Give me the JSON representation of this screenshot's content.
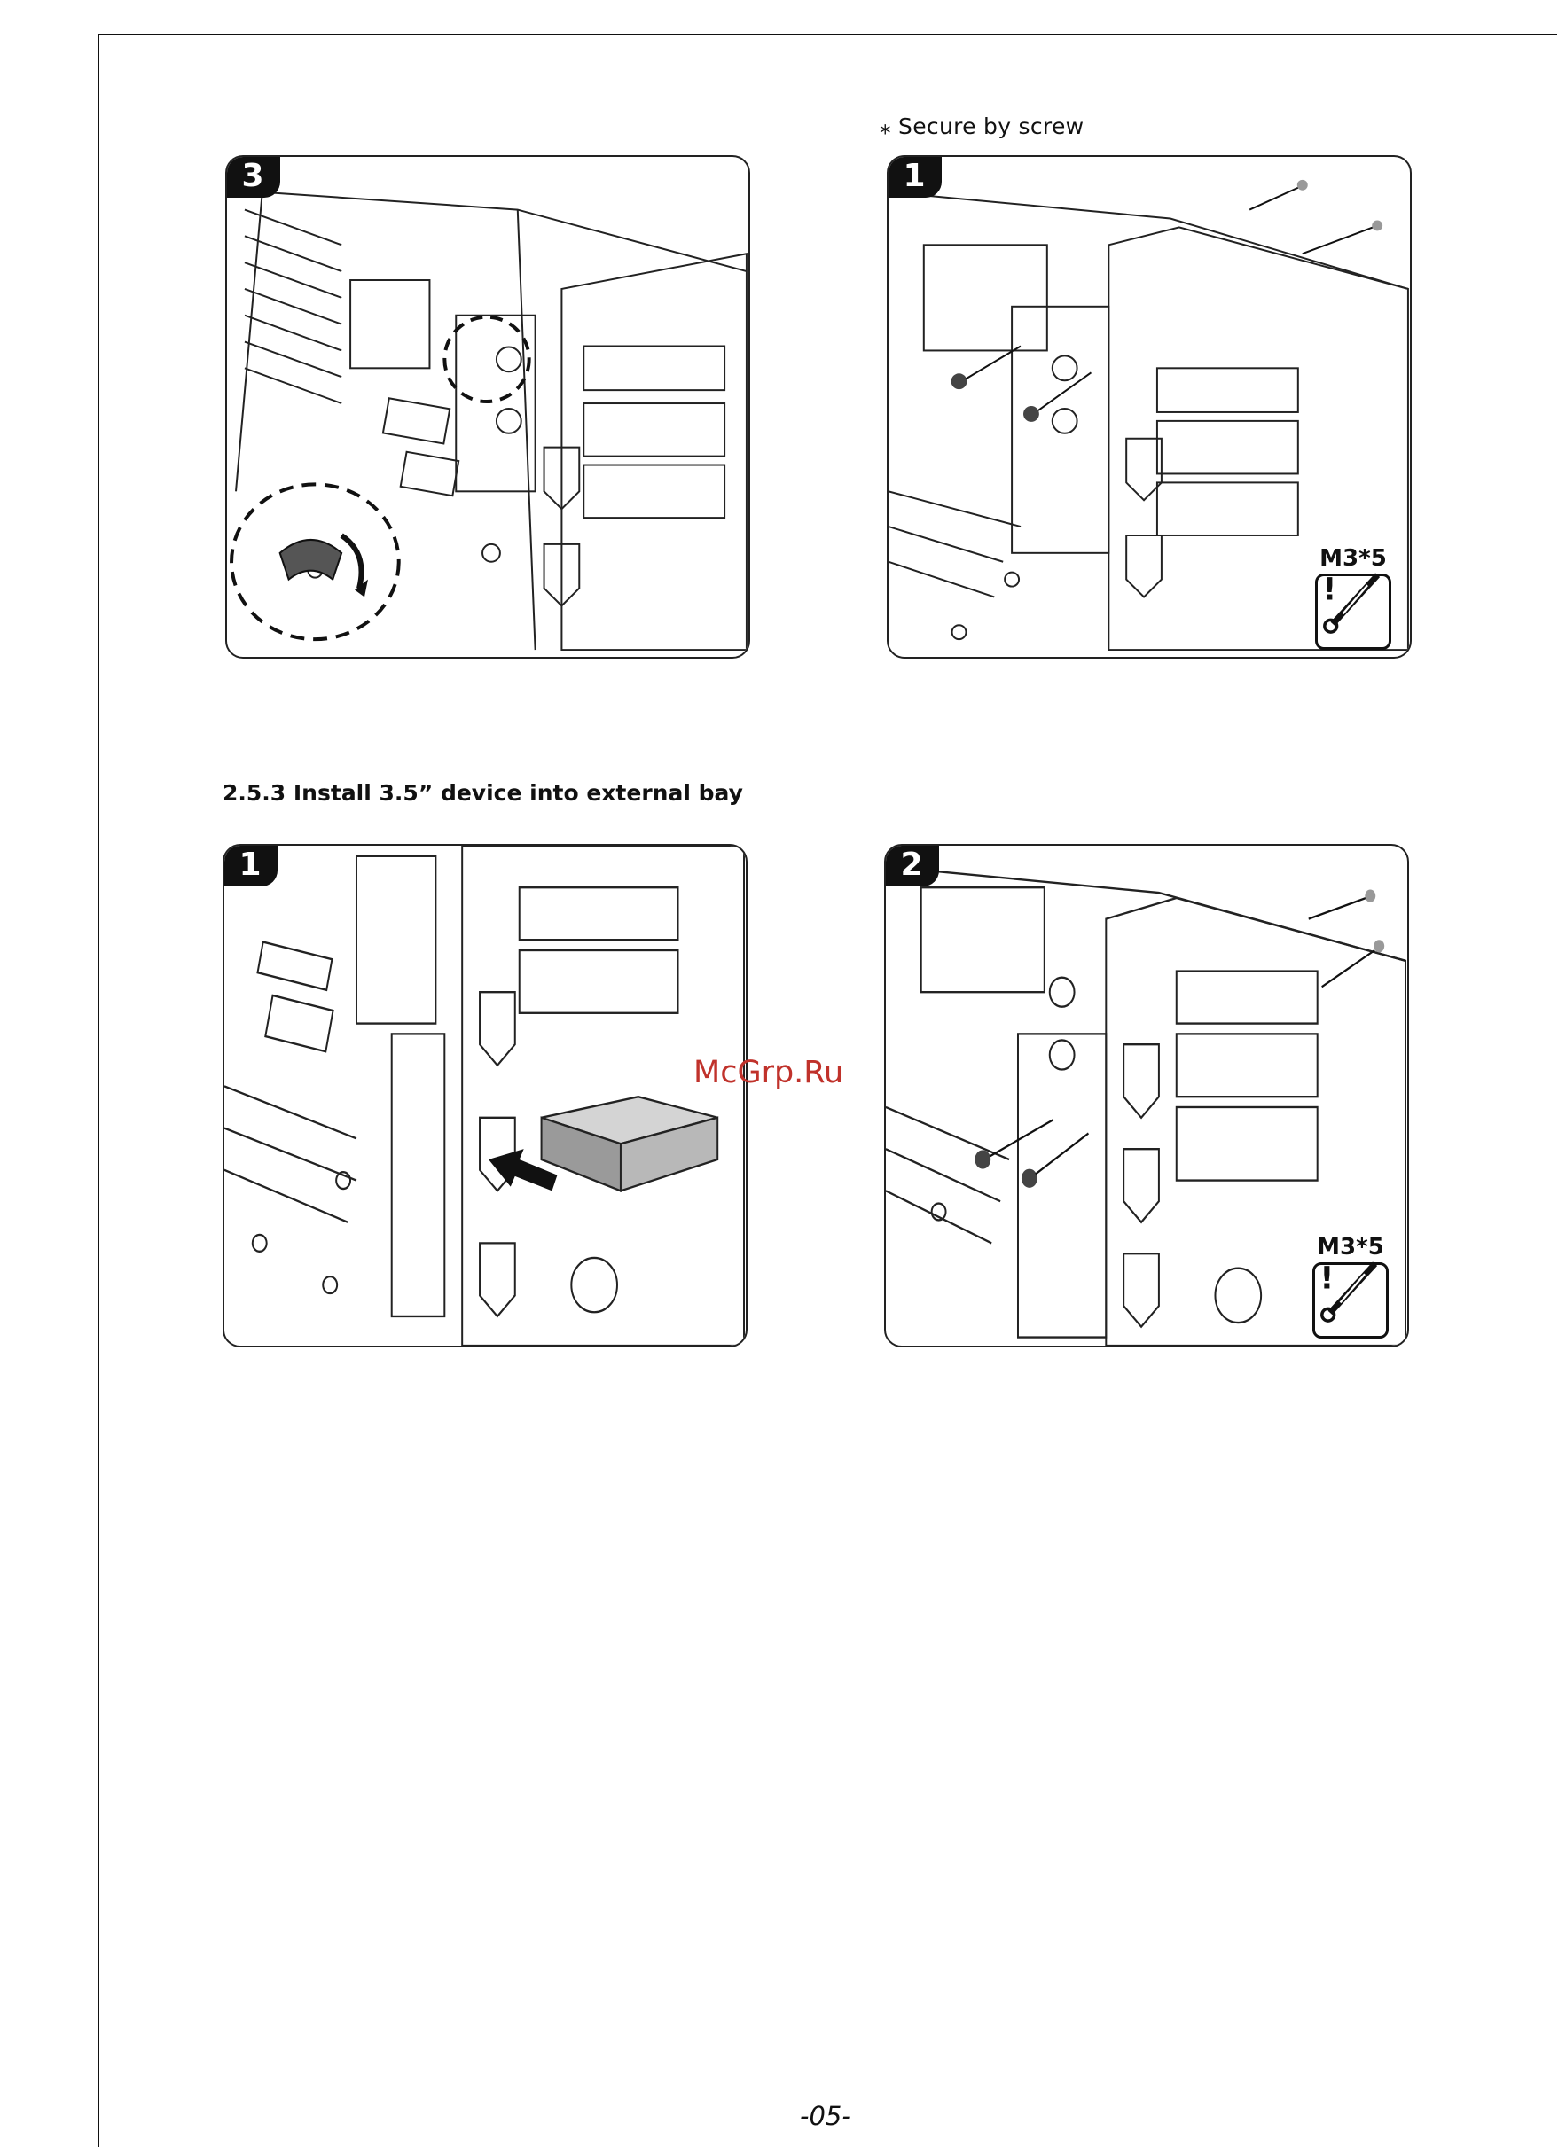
{
  "note": {
    "text": "⁎ Secure by screw"
  },
  "section": {
    "title": "2.5.3 Install 3.5” device into external bay"
  },
  "panels": [
    {
      "step": "3"
    },
    {
      "step": "1",
      "screw_label": "M3*5"
    },
    {
      "step": "1"
    },
    {
      "step": "2",
      "screw_label": "M3*5"
    }
  ],
  "watermark": {
    "text": "McGrp.Ru",
    "color": "#c0322b"
  },
  "page": {
    "number": "-05-"
  }
}
